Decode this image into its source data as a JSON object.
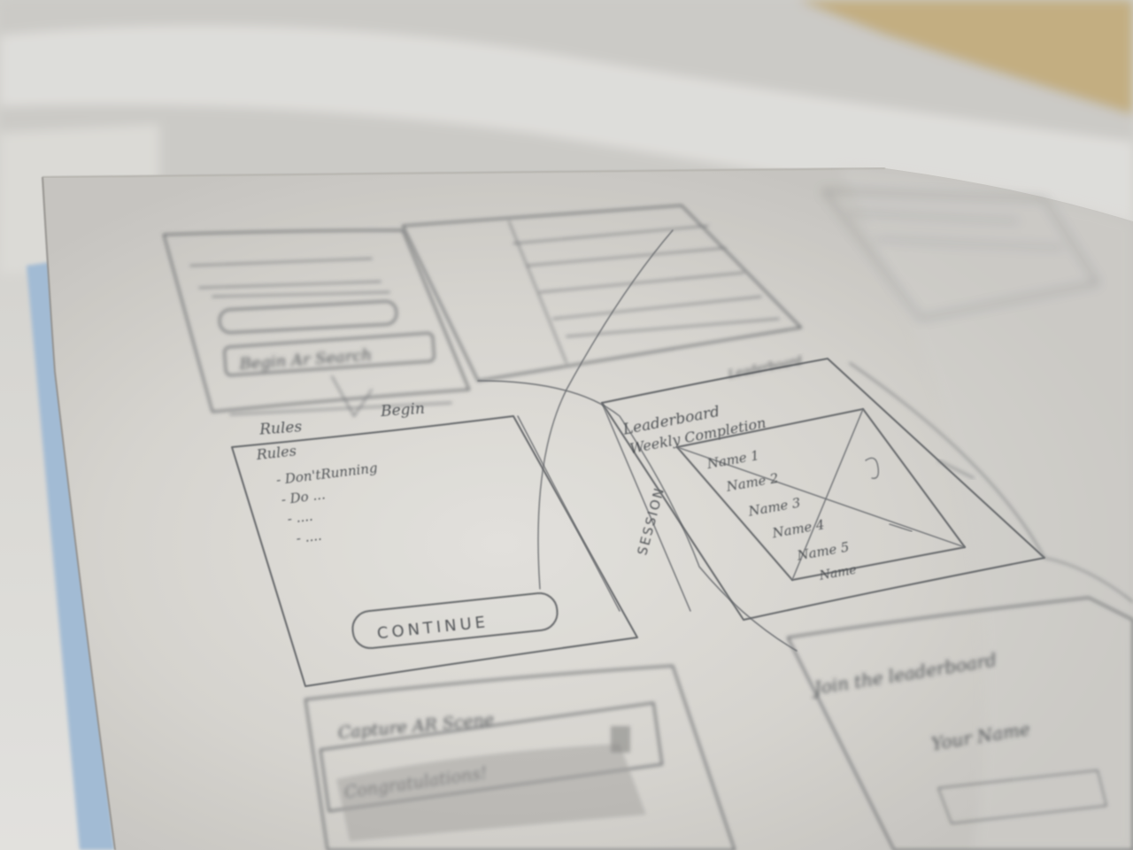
{
  "sketch": {
    "top_button": "Begin Ar Search",
    "branch_left": "Rules",
    "branch_right": "Begin",
    "rules_title": "Rules",
    "rules_items": [
      "- Don'tRunning",
      "- Do ...",
      "- ....",
      "- ...."
    ],
    "continue_button": "CONTINUE",
    "session_label": "SESSION",
    "leaderboard_title": "Leaderboard",
    "leaderboard_subtitle": "Weekly Completion",
    "leaderboard_small": "Leaderboard",
    "leaderboard_rows": [
      "Name 1",
      "Name 2",
      "Name 3",
      "Name 4",
      "Name 5",
      "Name"
    ],
    "capture_title": "Capture AR Scene",
    "capture_box": "Congratulations!",
    "join_title": "Join the leaderboard",
    "join_field": "Your Name"
  },
  "colors": {
    "paper": "#e3e2de",
    "pencil": "#6a6d70",
    "table": "#d9d8d4",
    "wood": "#c9b07a",
    "blue_edge": "#a9c3dd"
  }
}
